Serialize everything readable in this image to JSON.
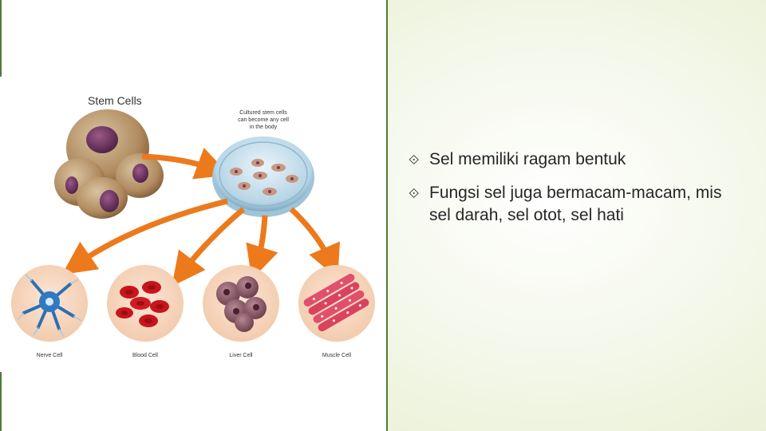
{
  "figure": {
    "title": "Stem Cells",
    "dish_caption": [
      "Cultured stem cells",
      "can become any cell",
      "in the body"
    ],
    "cell_labels": [
      "Nerve Cell",
      "Blood Cell",
      "Liver Cell",
      "Muscle Cell"
    ]
  },
  "bullets": [
    {
      "icon": "diamond-arrow-icon",
      "marker": "⟐",
      "text": "Sel memiliki ragam bentuk"
    },
    {
      "icon": "diamond-arrow-icon",
      "marker": "⟐",
      "text": "Fungsi sel juga bermacam-macam, mis sel darah, sel otot, sel hati"
    }
  ],
  "colors": {
    "accent_green": "#4f7a3a",
    "arrow_orange": "#ec7a1c",
    "blood_red": "#c8141c",
    "nerve_blue": "#2b6fb3"
  }
}
